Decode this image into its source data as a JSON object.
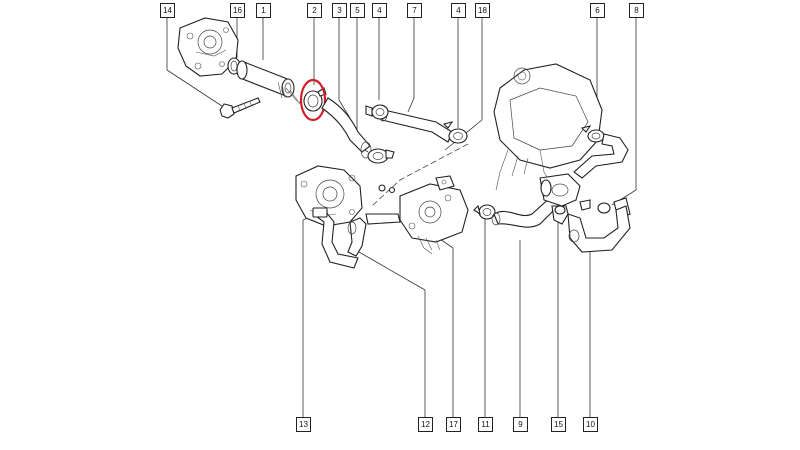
{
  "highlight_color": "#d0202a",
  "highlighted_callout": "2",
  "callouts": {
    "c14": "14",
    "c16": "16",
    "c1": "1",
    "c2": "2",
    "c3": "3",
    "c5": "5",
    "c4a": "4",
    "c7": "7",
    "c4b": "4",
    "c18": "18",
    "c6": "6",
    "c8": "8",
    "c13": "13",
    "c12": "12",
    "c17": "17",
    "c11": "11",
    "c9": "9",
    "c15": "15",
    "c10": "10"
  }
}
